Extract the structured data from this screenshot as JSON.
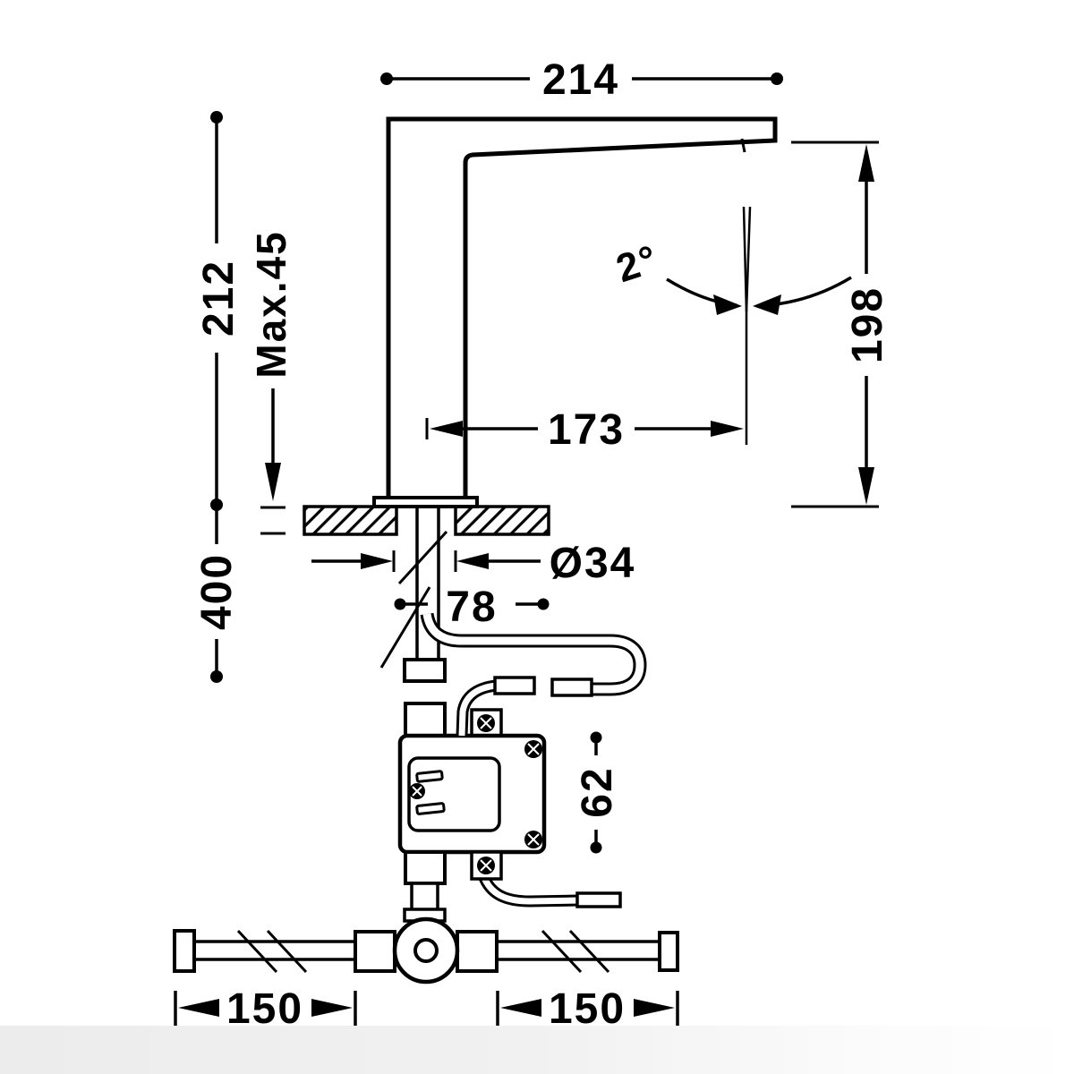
{
  "diagram": {
    "dimensions": {
      "spout_width": "214",
      "body_height": "212",
      "max_deck_thickness": "Max.45",
      "outlet_height": "198",
      "spout_reach": "173",
      "spout_angle": "2°",
      "hole_diameter": "Ø34",
      "hose_offset": "78",
      "hose_length": "400",
      "control_box_height": "62",
      "inlet_pipe_left_length": "150",
      "inlet_pipe_right_length": "150"
    },
    "colors": {
      "line": "#000000",
      "background": "#ffffff",
      "floor_shadow": "#ededed"
    }
  }
}
